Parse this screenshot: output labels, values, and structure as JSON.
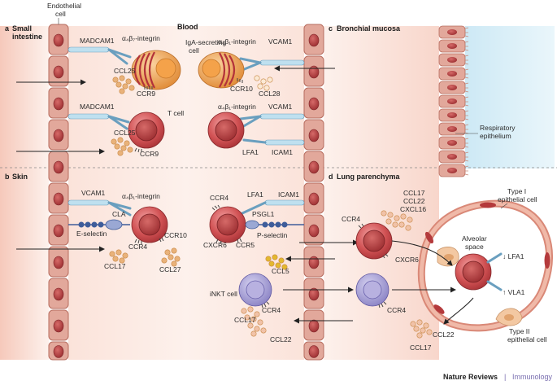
{
  "panels": {
    "a": {
      "letter": "a",
      "title_line1": "Small",
      "title_line2": "intestine"
    },
    "b": {
      "letter": "b",
      "title": "Skin"
    },
    "c": {
      "letter": "c",
      "title": "Bronchial mucosa"
    },
    "d": {
      "letter": "d",
      "title": "Lung parenchyma"
    }
  },
  "labels": {
    "endothelial_line1": "Endothelial",
    "endothelial_line2": "cell",
    "blood": "Blood",
    "madcam1": "MADCAM1",
    "a4b7_integrin": "α₄β₇-integrin",
    "iga_line1": "IgA-secreting",
    "iga_line2": "cell",
    "ccl25": "CCL25",
    "ccr9": "CCR9",
    "vcam1": "VCAM1",
    "ccr10": "CCR10",
    "ccl28": "CCL28",
    "t_cell": "T cell",
    "lfa1": "LFA1",
    "icam1": "ICAM1",
    "a4b1_integrin": "α₄β₁-integrin",
    "respiratory_line1": "Respiratory",
    "respiratory_line2": "epithelium",
    "cla": "CLA",
    "e_selectin": "E-selectin",
    "ccr4": "CCR4",
    "ccr10_b": "CCR10",
    "ccl17": "CCL17",
    "ccl27": "CCL27",
    "ccr4_d": "CCR4",
    "cxcr6": "CXCR6",
    "ccr5": "CCR5",
    "psgl1": "PSGL1",
    "p_selectin": "P-selectin",
    "ccl5": "CCL5",
    "inkt": "iNKT cell",
    "ccr4_nkt": "CCR4",
    "ccl17_nkt": "CCL17",
    "ccl22": "CCL22",
    "ccr4_lung": "CCR4",
    "cxcr6_lung": "CXCR6",
    "ccl17_top": "CCL17",
    "ccl22_top": "CCL22",
    "cxcl16": "CXCL16",
    "type1_line1": "Type I",
    "type1_line2": "epithelial cell",
    "alveolar_line1": "Alveolar",
    "alveolar_line2": "space",
    "down_lfa1": "↓ LFA1",
    "up_vla1": "↑ VLA1",
    "ccr4_nkt_lung": "CCR4",
    "ccl22_bottom": "CCL22",
    "ccl17_bottom": "CCL17",
    "type2_line1": "Type II",
    "type2_line2": "epithelial cell"
  },
  "footer": {
    "brand": "Nature Reviews",
    "separator": " | ",
    "journal": "Immunology"
  },
  "colors": {
    "endothelial_fill": "#e2a89b",
    "endothelial_stroke": "#b76d5f",
    "nucleus": "#b43a3c",
    "cell_red": "#c8454a",
    "cell_orange": "#e69a4a",
    "nkt_purple": "#8e86c8",
    "chemokine": "#e9b27a",
    "ccl5": "#e3b82e",
    "receptor_blue": "#9dd0e8",
    "selectin_blue": "#3f5d9a",
    "epithelium_blue": "#bfe2f2"
  }
}
